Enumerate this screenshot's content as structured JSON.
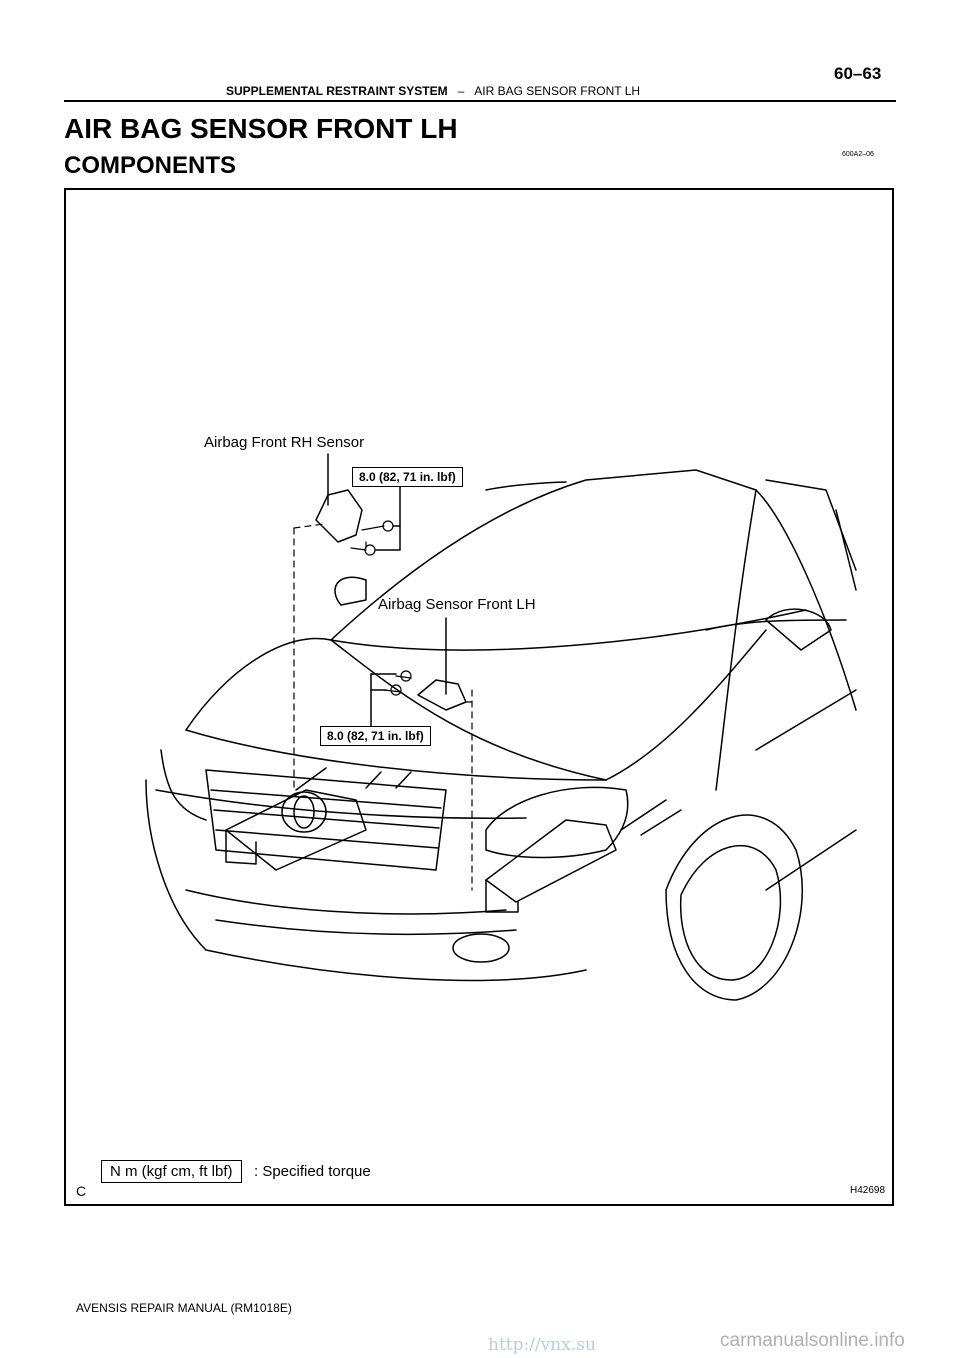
{
  "header": {
    "page_number": "60–63",
    "section": "SUPPLEMENTAL RESTRAINT SYSTEM",
    "separator": "–",
    "subsection": "AIR BAG SENSOR FRONT LH"
  },
  "title": "AIR BAG SENSOR FRONT LH",
  "subtitle": "COMPONENTS",
  "reference_code": "600A2–06",
  "figure": {
    "label_rh_sensor": "Airbag Front RH Sensor",
    "torque_top": "8.0 (82, 71 in. lbf)",
    "label_lh_sensor": "Airbag Sensor Front LH",
    "torque_bottom": "8.0 (82, 71 in. lbf)",
    "legend_unit": "N m (kgf cm, ft lbf)",
    "legend_text": ": Specified torque",
    "letter": "C",
    "code": "H42698"
  },
  "footer": "AVENSIS REPAIR MANUAL   (RM1018E)",
  "watermarks": {
    "left": "http://vnx.su",
    "right": "carmanualsonline.info"
  }
}
